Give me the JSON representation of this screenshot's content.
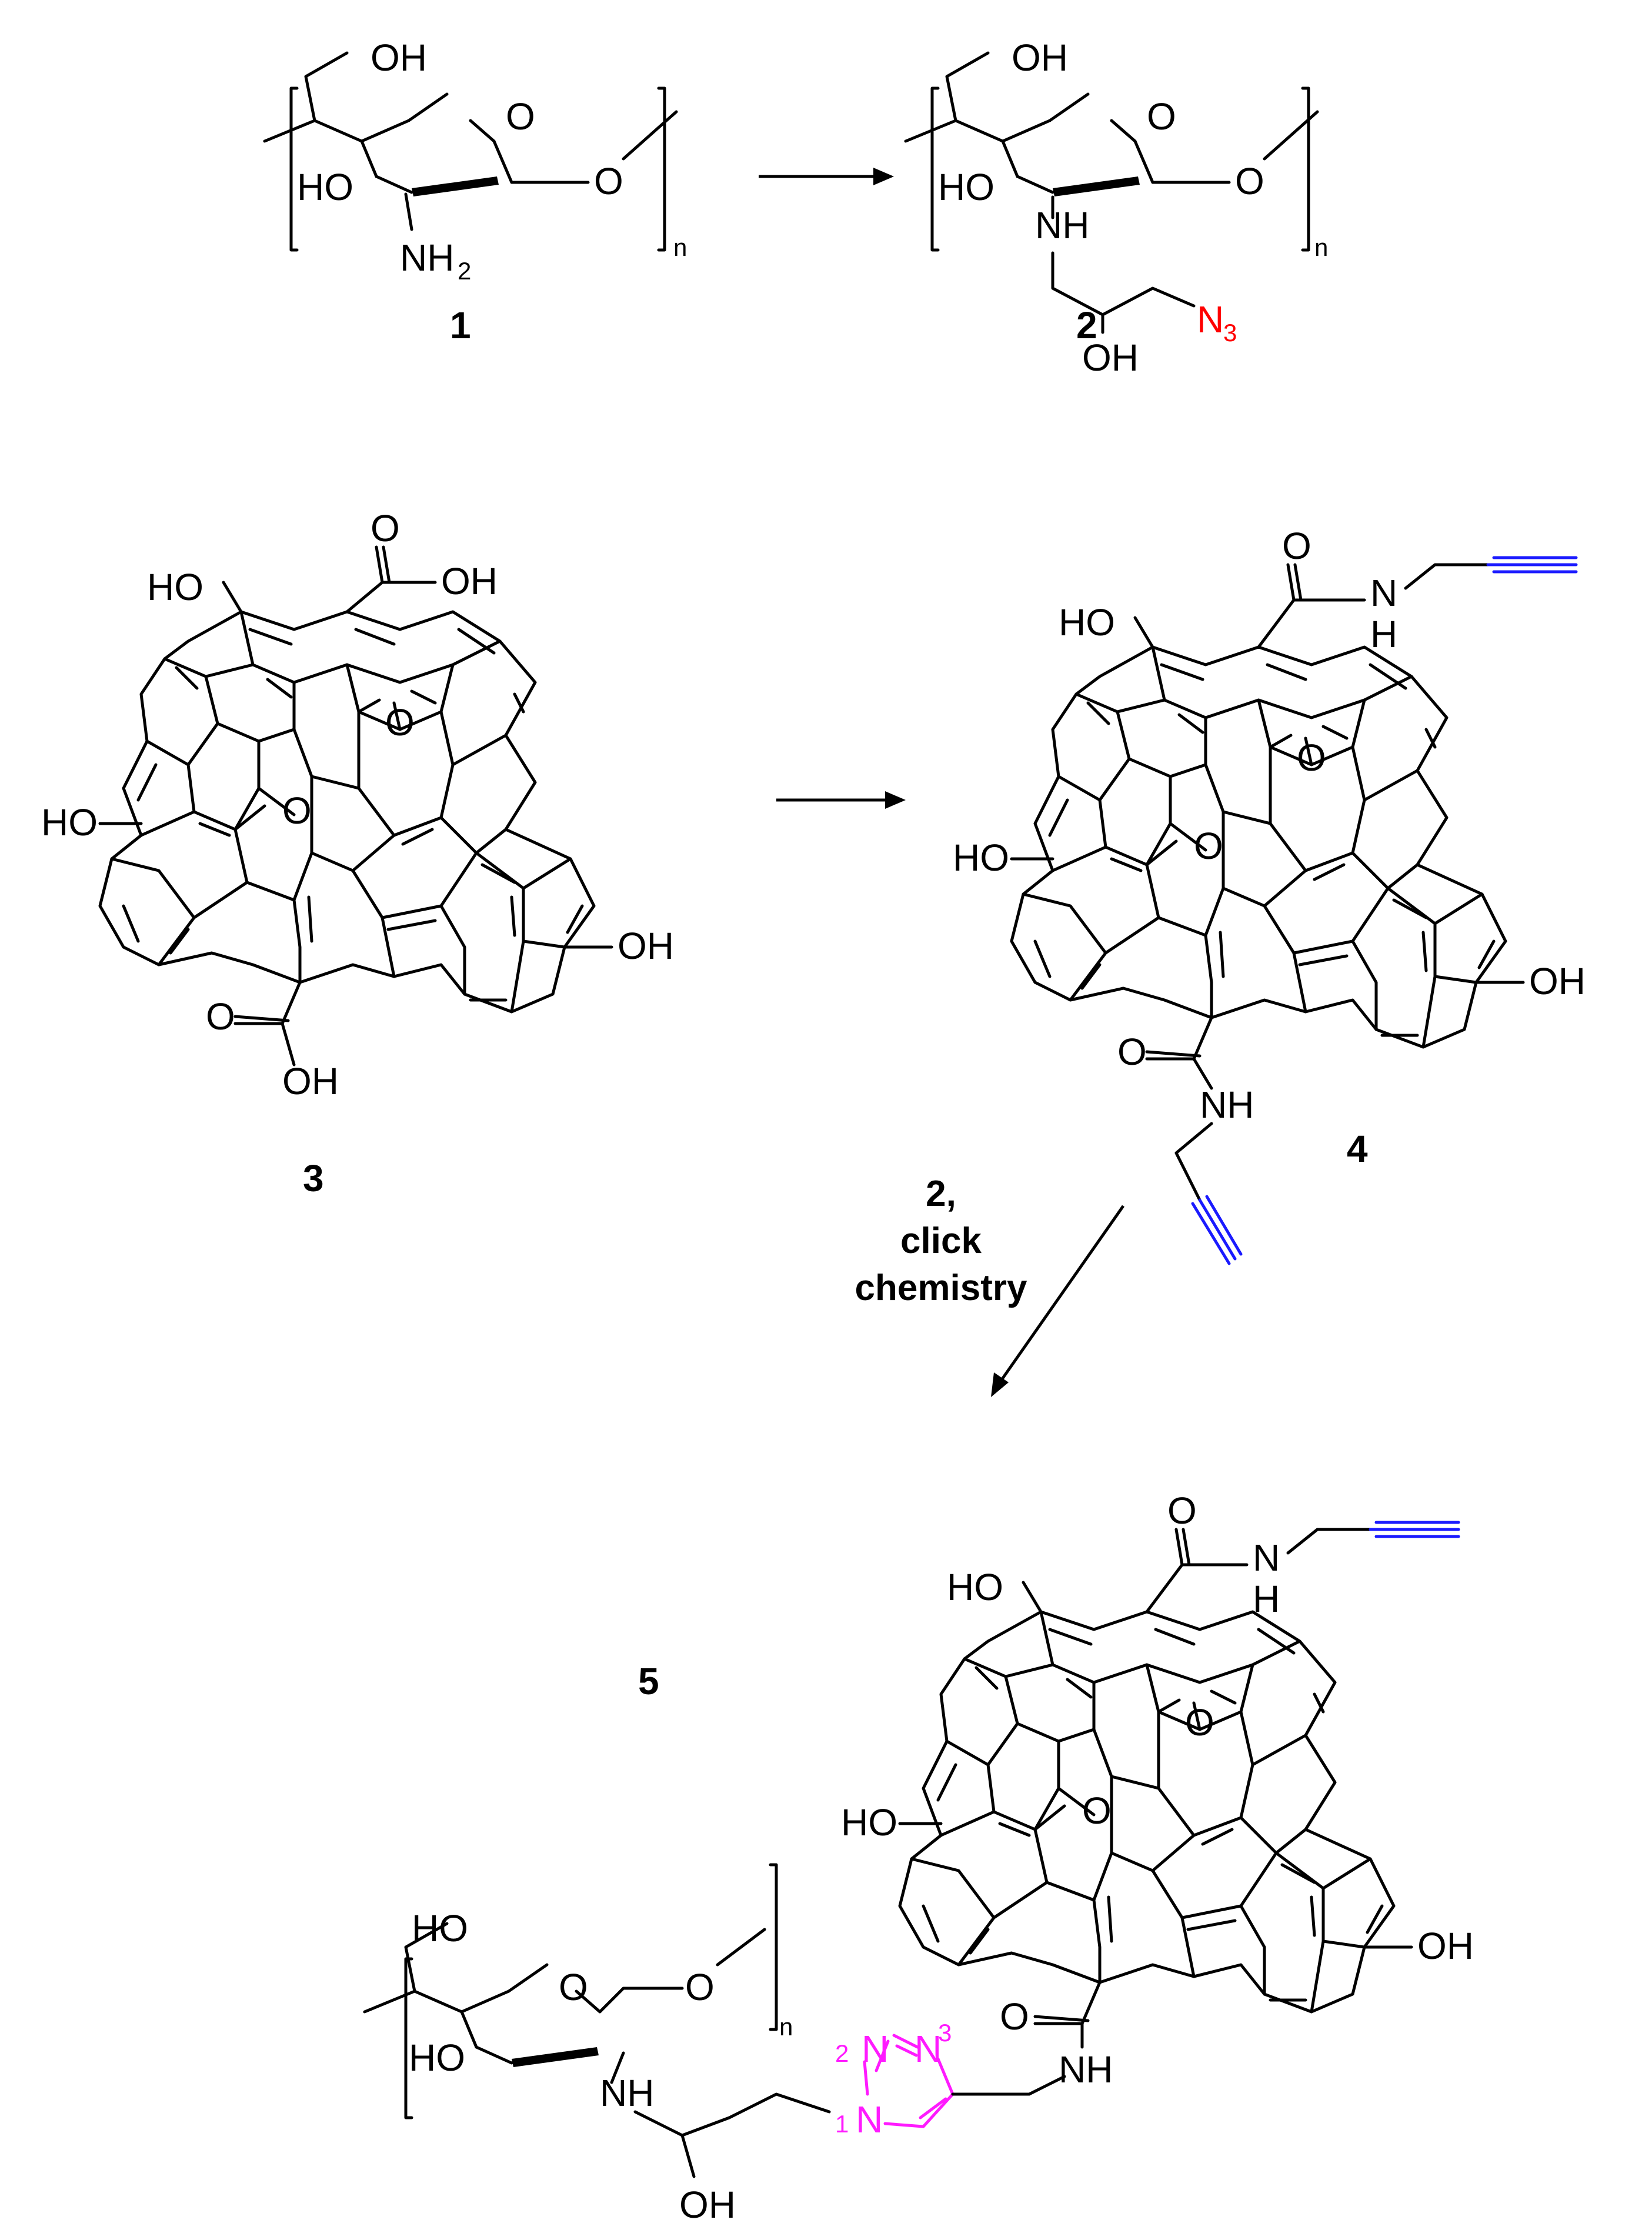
{
  "compounds": {
    "c1": {
      "number": "1",
      "oh_top": "OH",
      "ho_left": "HO",
      "nh2": "NH",
      "nh2_sub": "2",
      "ring_o": "O",
      "link_o": "O",
      "n_sub": "n"
    },
    "c2": {
      "number": "2",
      "oh_top": "OH",
      "ho_left": "HO",
      "nh": "NH",
      "ring_o": "O",
      "link_o": "O",
      "n_sub": "n",
      "oh_chain": "OH",
      "azide": "N",
      "azide_sub": "3"
    },
    "c3": {
      "number": "3",
      "ho_top": "HO",
      "cooh_top_o": "O",
      "cooh_top_oh": "OH",
      "ho_left": "HO",
      "epoxy1": "O",
      "epoxy2": "O",
      "oh_right": "OH",
      "cooh_bot_o": "O",
      "cooh_bot_oh": "OH"
    },
    "c4": {
      "number": "4",
      "ho_top": "HO",
      "amide_top_o": "O",
      "amide_top_n": "N",
      "amide_top_h": "H",
      "ho_left": "HO",
      "epoxy1": "O",
      "epoxy2": "O",
      "oh_right": "OH",
      "amide_bot_o": "O",
      "amide_bot_nh": "NH"
    },
    "c5": {
      "number": "5",
      "ho_top": "HO",
      "amide_top_o": "O",
      "amide_top_n": "N",
      "amide_top_h": "H",
      "ho_left": "HO",
      "epoxy1": "O",
      "epoxy2": "O",
      "oh_right": "OH",
      "amide_bot_o": "O",
      "amide_bot_nh": "NH",
      "chit_ho_top": "HO",
      "chit_ring_o": "O",
      "chit_link_o": "O",
      "chit_ho_left": "HO",
      "chit_nh": "NH",
      "chit_oh_chain": "OH",
      "n_sub": "n",
      "triazole_n1": "N",
      "triazole_n2": "N",
      "triazole_n3": "N",
      "triazole_n1_num": "1",
      "triazole_n2_num": "2",
      "triazole_n3_num": "3"
    }
  },
  "arrows": {
    "step3_line1": "2,",
    "step3_line2": "click",
    "step3_line3": "chemistry"
  },
  "colors": {
    "azide": "#ff0000",
    "alkyne": "#1a1aff",
    "triazole": "#ff1aff"
  }
}
